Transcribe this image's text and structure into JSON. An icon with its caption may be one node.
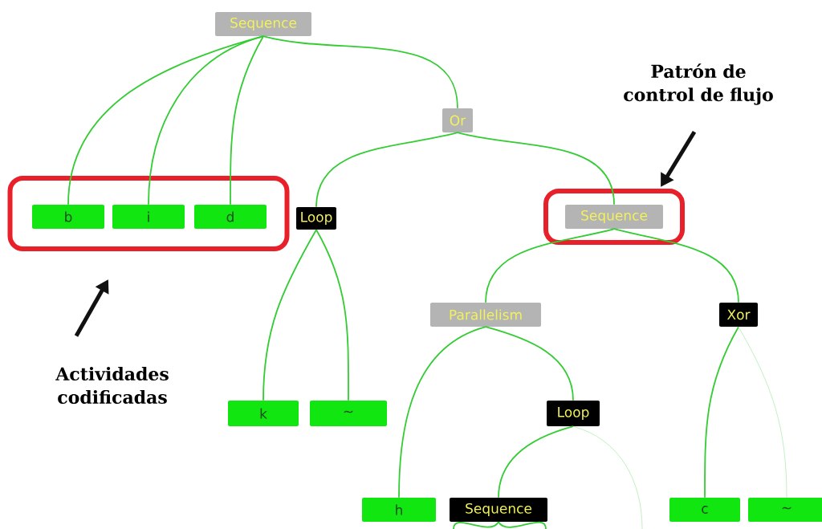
{
  "diagram": {
    "nodes": [
      {
        "text": [
          "Sequence"
        ]
      },
      {
        "text": [
          "Patrón de control de flujo"
        ]
      },
      {
        "text": [
          "Or"
        ]
      },
      {
        "text": [],
        "shape": "box"
      },
      {
        "text": [
          "b"
        ],
        "in": 3
      },
      {
        "text": [
          "i"
        ],
        "in": 3
      },
      {
        "text": [
          "d"
        ],
        "in": 3
      },
      {
        "text": [
          "Loop"
        ]
      },
      {
        "text": [],
        "shape": "box"
      },
      {
        "text": [
          "Sequence"
        ],
        "in": 8
      },
      {
        "text": [
          "Parallelism"
        ]
      },
      {
        "text": [
          "Xor"
        ]
      },
      {
        "text": [
          "Actividades codificadas"
        ]
      },
      {
        "text": [
          "k"
        ]
      },
      {
        "text": [
          "~"
        ]
      },
      {
        "text": [
          "Loop"
        ]
      },
      {
        "text": [
          "h"
        ]
      },
      {
        "text": [
          "Sequence"
        ]
      },
      {
        "text": [
          "c"
        ]
      },
      {
        "text": [
          "~"
        ]
      }
    ],
    "edges": [
      {
        "from": 0,
        "to": 4,
        "arrow": "none"
      },
      {
        "from": 0,
        "to": 5,
        "arrow": "none"
      },
      {
        "from": 0,
        "to": 6,
        "arrow": "none"
      },
      {
        "from": 0,
        "to": 2,
        "arrow": "none"
      },
      {
        "from": 2,
        "to": 7,
        "arrow": "none"
      },
      {
        "from": 2,
        "to": 9,
        "arrow": "none"
      },
      {
        "from": 7,
        "to": 13,
        "arrow": "none"
      },
      {
        "from": 7,
        "to": 14,
        "arrow": "none"
      },
      {
        "from": 9,
        "to": 10,
        "arrow": "none"
      },
      {
        "from": 9,
        "to": 11,
        "arrow": "none"
      },
      {
        "from": 10,
        "to": 16,
        "arrow": "none"
      },
      {
        "from": 10,
        "to": 15,
        "arrow": "none"
      },
      {
        "from": 15,
        "to": 17,
        "arrow": "none"
      },
      {
        "from": 15,
        "to": null,
        "arrow": "none",
        "color": "#a8e8a8"
      },
      {
        "from": 11,
        "to": 18,
        "arrow": "none"
      },
      {
        "from": 11,
        "to": 19,
        "arrow": "none",
        "color": "#a8e8a8"
      },
      {
        "from": 17,
        "to": null,
        "arrow": "none"
      },
      {
        "from": 17,
        "to": null,
        "arrow": "none"
      },
      {
        "from": 1,
        "to": 8,
        "arrow": "to",
        "style": "thick",
        "color": "#111111"
      },
      {
        "from": 12,
        "to": 3,
        "arrow": "to",
        "style": "thick",
        "color": "#111111"
      }
    ]
  }
}
